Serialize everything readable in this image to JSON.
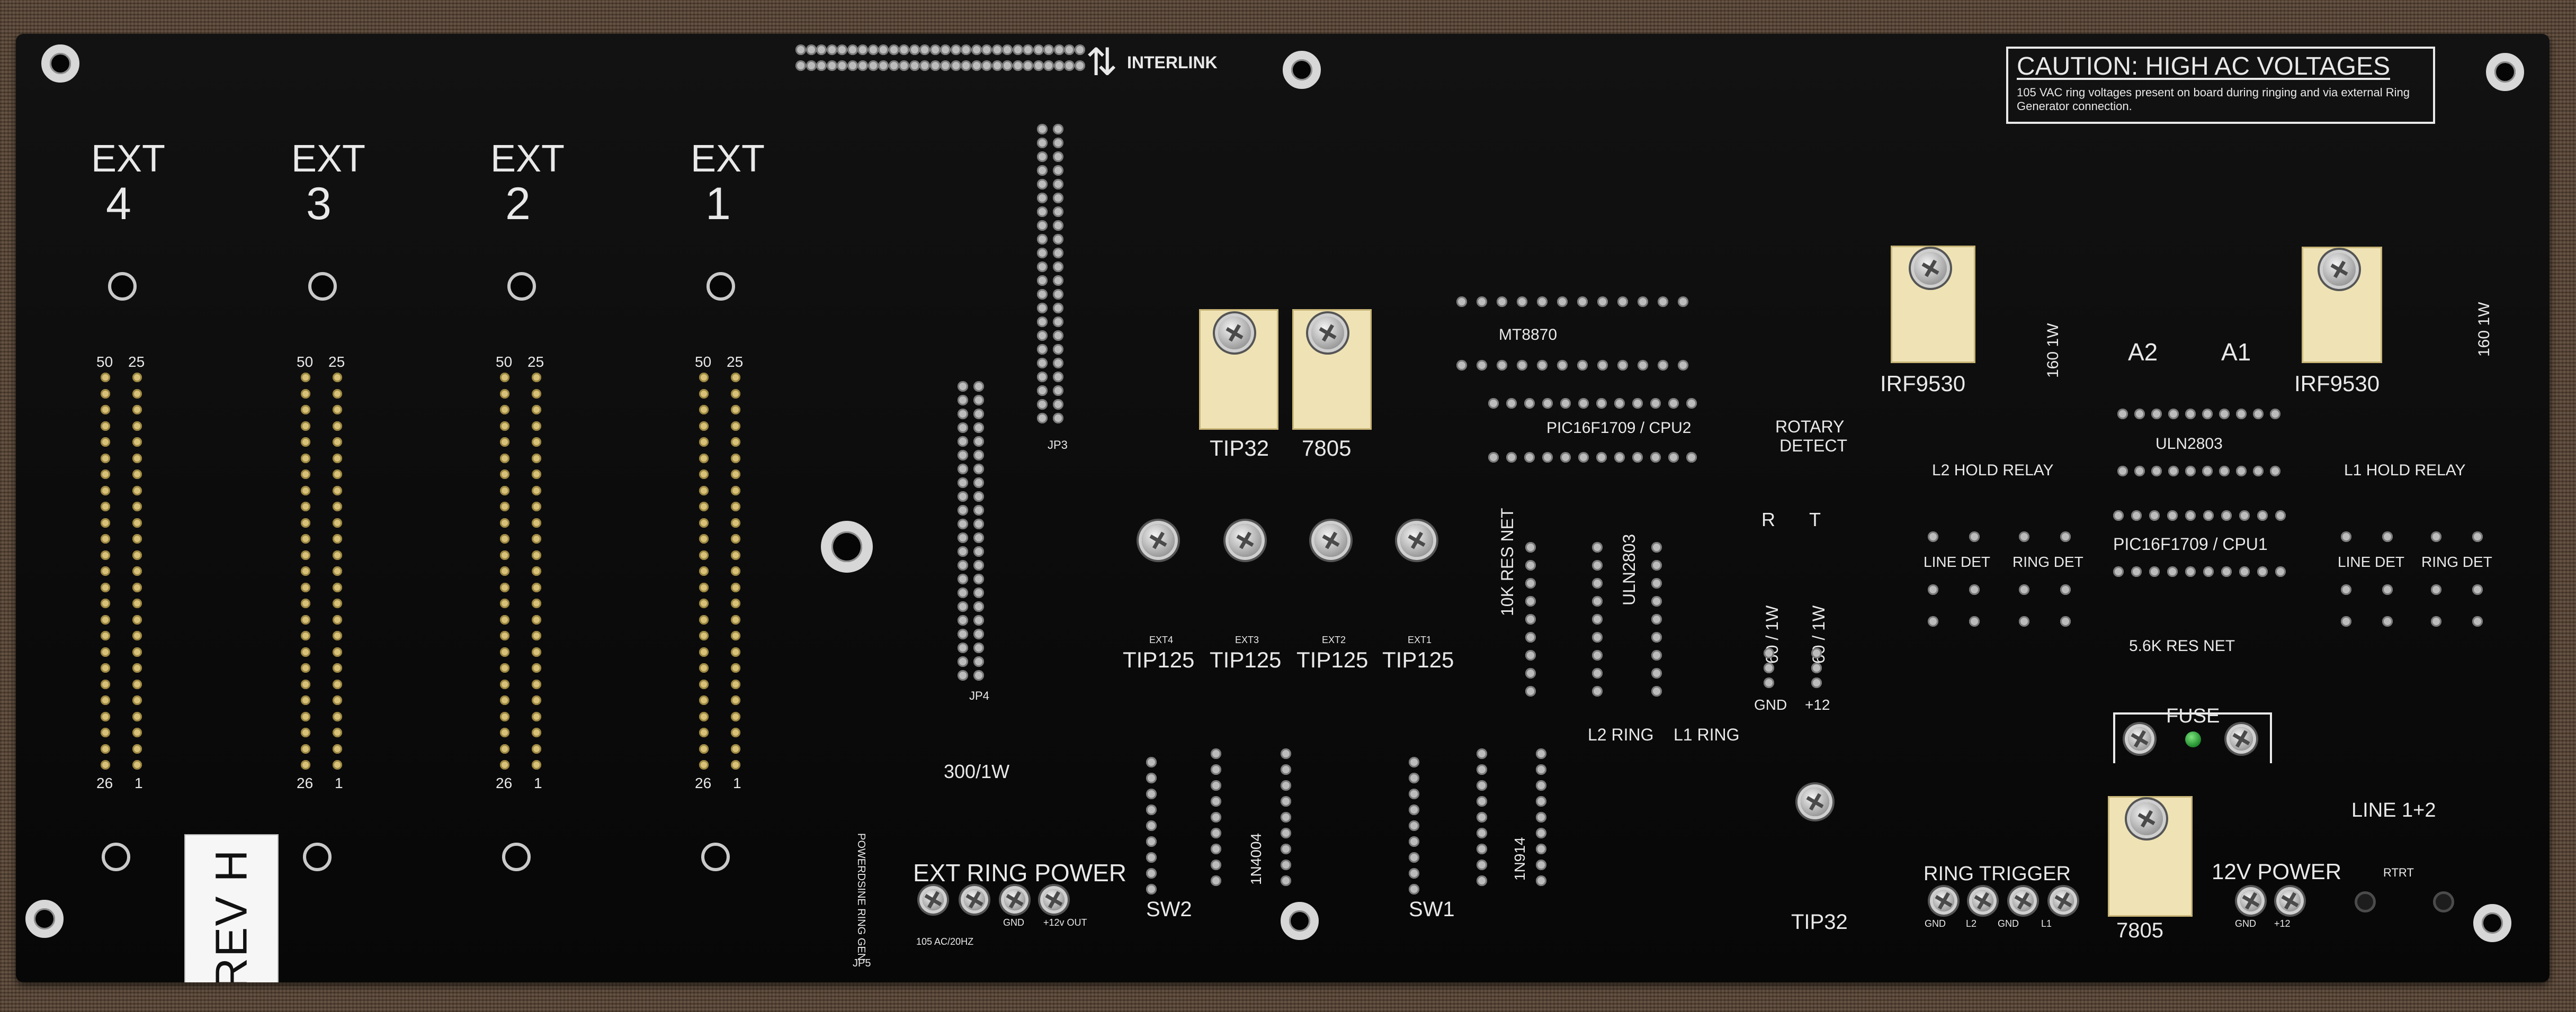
{
  "board": {
    "revision_label": "REV H",
    "caution_title": "CAUTION: HIGH AC VOLTAGES",
    "caution_body": "105 VAC ring voltages present on board during ringing and via external Ring Generator connection.",
    "interlink_label": "INTERLINK",
    "interlink_arrow": "⇅"
  },
  "extensions": [
    {
      "top": "EXT",
      "num": "4"
    },
    {
      "top": "EXT",
      "num": "3"
    },
    {
      "top": "EXT",
      "num": "2"
    },
    {
      "top": "EXT",
      "num": "1"
    }
  ],
  "connector_pin_labels": {
    "top_left": "50",
    "top_right": "25",
    "bottom_left": "26",
    "bottom_right": "1"
  },
  "labels": {
    "tip32_top": "TIP32",
    "reg_7805_top": "7805",
    "mt8870": "MT8870",
    "pic_cpu2": "PIC16F1709 / CPU2",
    "rotary_detect_1": "ROTARY",
    "rotary_detect_2": "DETECT",
    "jp3": "JP3",
    "jp4": "JP4",
    "jp5": "JP5",
    "res_10k": "10K RES NET",
    "uln2803_left": "ULN2803",
    "res_r": "R",
    "res_t": "T",
    "res_60_a": "60 / 1W",
    "res_60_b": "60 / 1W",
    "gnd": "GND",
    "plus12": "+12",
    "ext4": "EXT4",
    "ext3": "EXT3",
    "ext2": "EXT2",
    "ext1": "EXT1",
    "tip125": "TIP125",
    "res_300": "300/1W",
    "diode_1n4004": "1N4004",
    "diode_1n914": "1N914",
    "sw2": "SW2",
    "sw1": "SW1",
    "l2_ring": "L2 RING",
    "l1_ring": "L1 RING",
    "tip32_bottom": "TIP32",
    "ext_ring_power": "EXT RING POWER",
    "ext_ring_sub_1": "105 AC/20HZ",
    "ext_ring_sub_2": "GND",
    "ext_ring_sub_3": "+12v OUT",
    "powerdsine": "POWERDSINE RING GEN",
    "irf9530_left": "IRF9530",
    "irf9530_right": "IRF9530",
    "res_160_left": "160 1W",
    "res_160_right": "160 1W",
    "a2": "A2",
    "a1": "A1",
    "uln2803_right": "ULN2803",
    "l2_hold_relay": "L2 HOLD RELAY",
    "l1_hold_relay": "L1 HOLD RELAY",
    "pic_cpu1": "PIC16F1709 / CPU1",
    "line_det_l": "LINE DET",
    "ring_det_l": "RING DET",
    "line_det_r": "LINE DET",
    "ring_det_r": "RING DET",
    "res_56k": "5.6K RES NET",
    "fuse": "FUSE",
    "ring_trigger": "RING TRIGGER",
    "rt_gnd_1": "GND",
    "rt_l2": "L2",
    "rt_gnd_2": "GND",
    "rt_l1": "L1",
    "reg_7805_bottom": "7805",
    "v12_power": "12V POWER",
    "v12_gnd": "GND",
    "v12_plus": "+12",
    "line_12": "LINE 1+2",
    "rtrt": "RTRT"
  }
}
